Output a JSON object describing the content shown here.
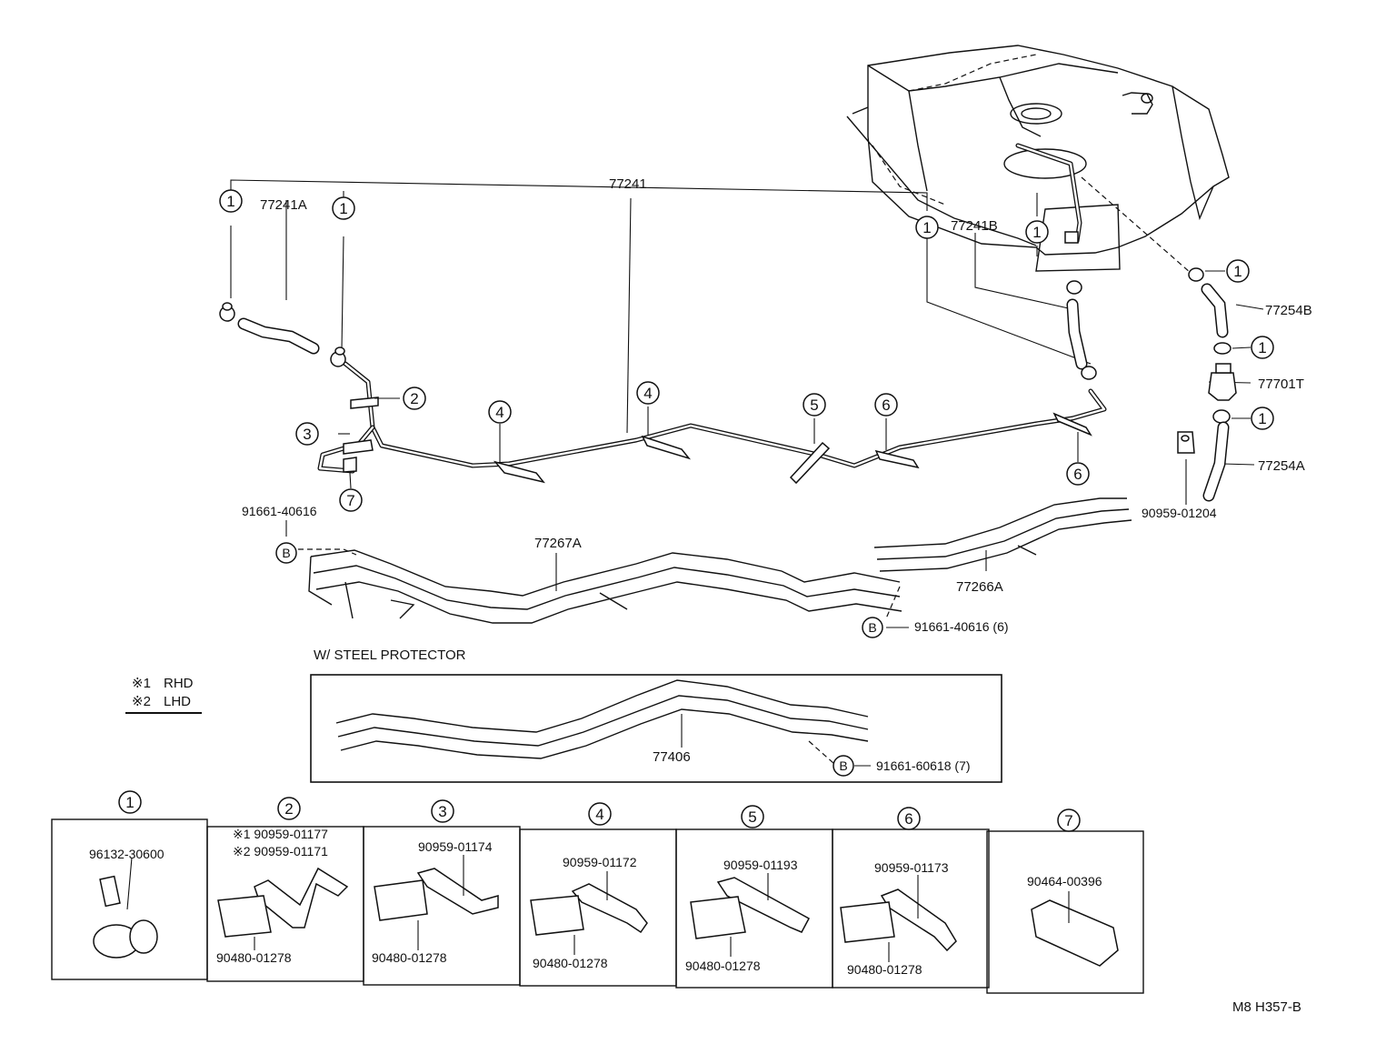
{
  "diagram": {
    "callouts": {
      "c1": "1",
      "c2": "2",
      "c3": "3",
      "c4": "4",
      "c5": "5",
      "c6": "6",
      "c7": "7",
      "cB": "B"
    },
    "main_pipe": "77241",
    "hose_left": "77241A",
    "hose_right": "77241B",
    "hose_upper": "77254B",
    "filter": "77701T",
    "hose_lower": "77254A",
    "clip_small": "90959-01204",
    "bolt_left": "91661-40616",
    "bolt_right": "91661-40616 (6)",
    "protector_left": "77267A",
    "protector_right": "77266A",
    "steel_protector_title": "W/ STEEL PROTECTOR",
    "steel_protector_part": "77406",
    "steel_protector_bolt": "91661-60618 (7)",
    "legend": {
      "rhd_mark": "※1",
      "rhd_text": "RHD",
      "lhd_mark": "※2",
      "lhd_text": "LHD"
    },
    "detail_panels": [
      {
        "num": "1",
        "parts": [
          "96132-30600"
        ]
      },
      {
        "num": "2",
        "parts": [
          "※1 90959-01177",
          "※2 90959-01171",
          "90480-01278"
        ]
      },
      {
        "num": "3",
        "parts": [
          "90959-01174",
          "90480-01278"
        ]
      },
      {
        "num": "4",
        "parts": [
          "90959-01172",
          "90480-01278"
        ]
      },
      {
        "num": "5",
        "parts": [
          "90959-01193",
          "90480-01278"
        ]
      },
      {
        "num": "6",
        "parts": [
          "90959-01173",
          "90480-01278"
        ]
      },
      {
        "num": "7",
        "parts": [
          "90464-00396"
        ]
      }
    ],
    "footer_code": "M8  H357-B"
  }
}
